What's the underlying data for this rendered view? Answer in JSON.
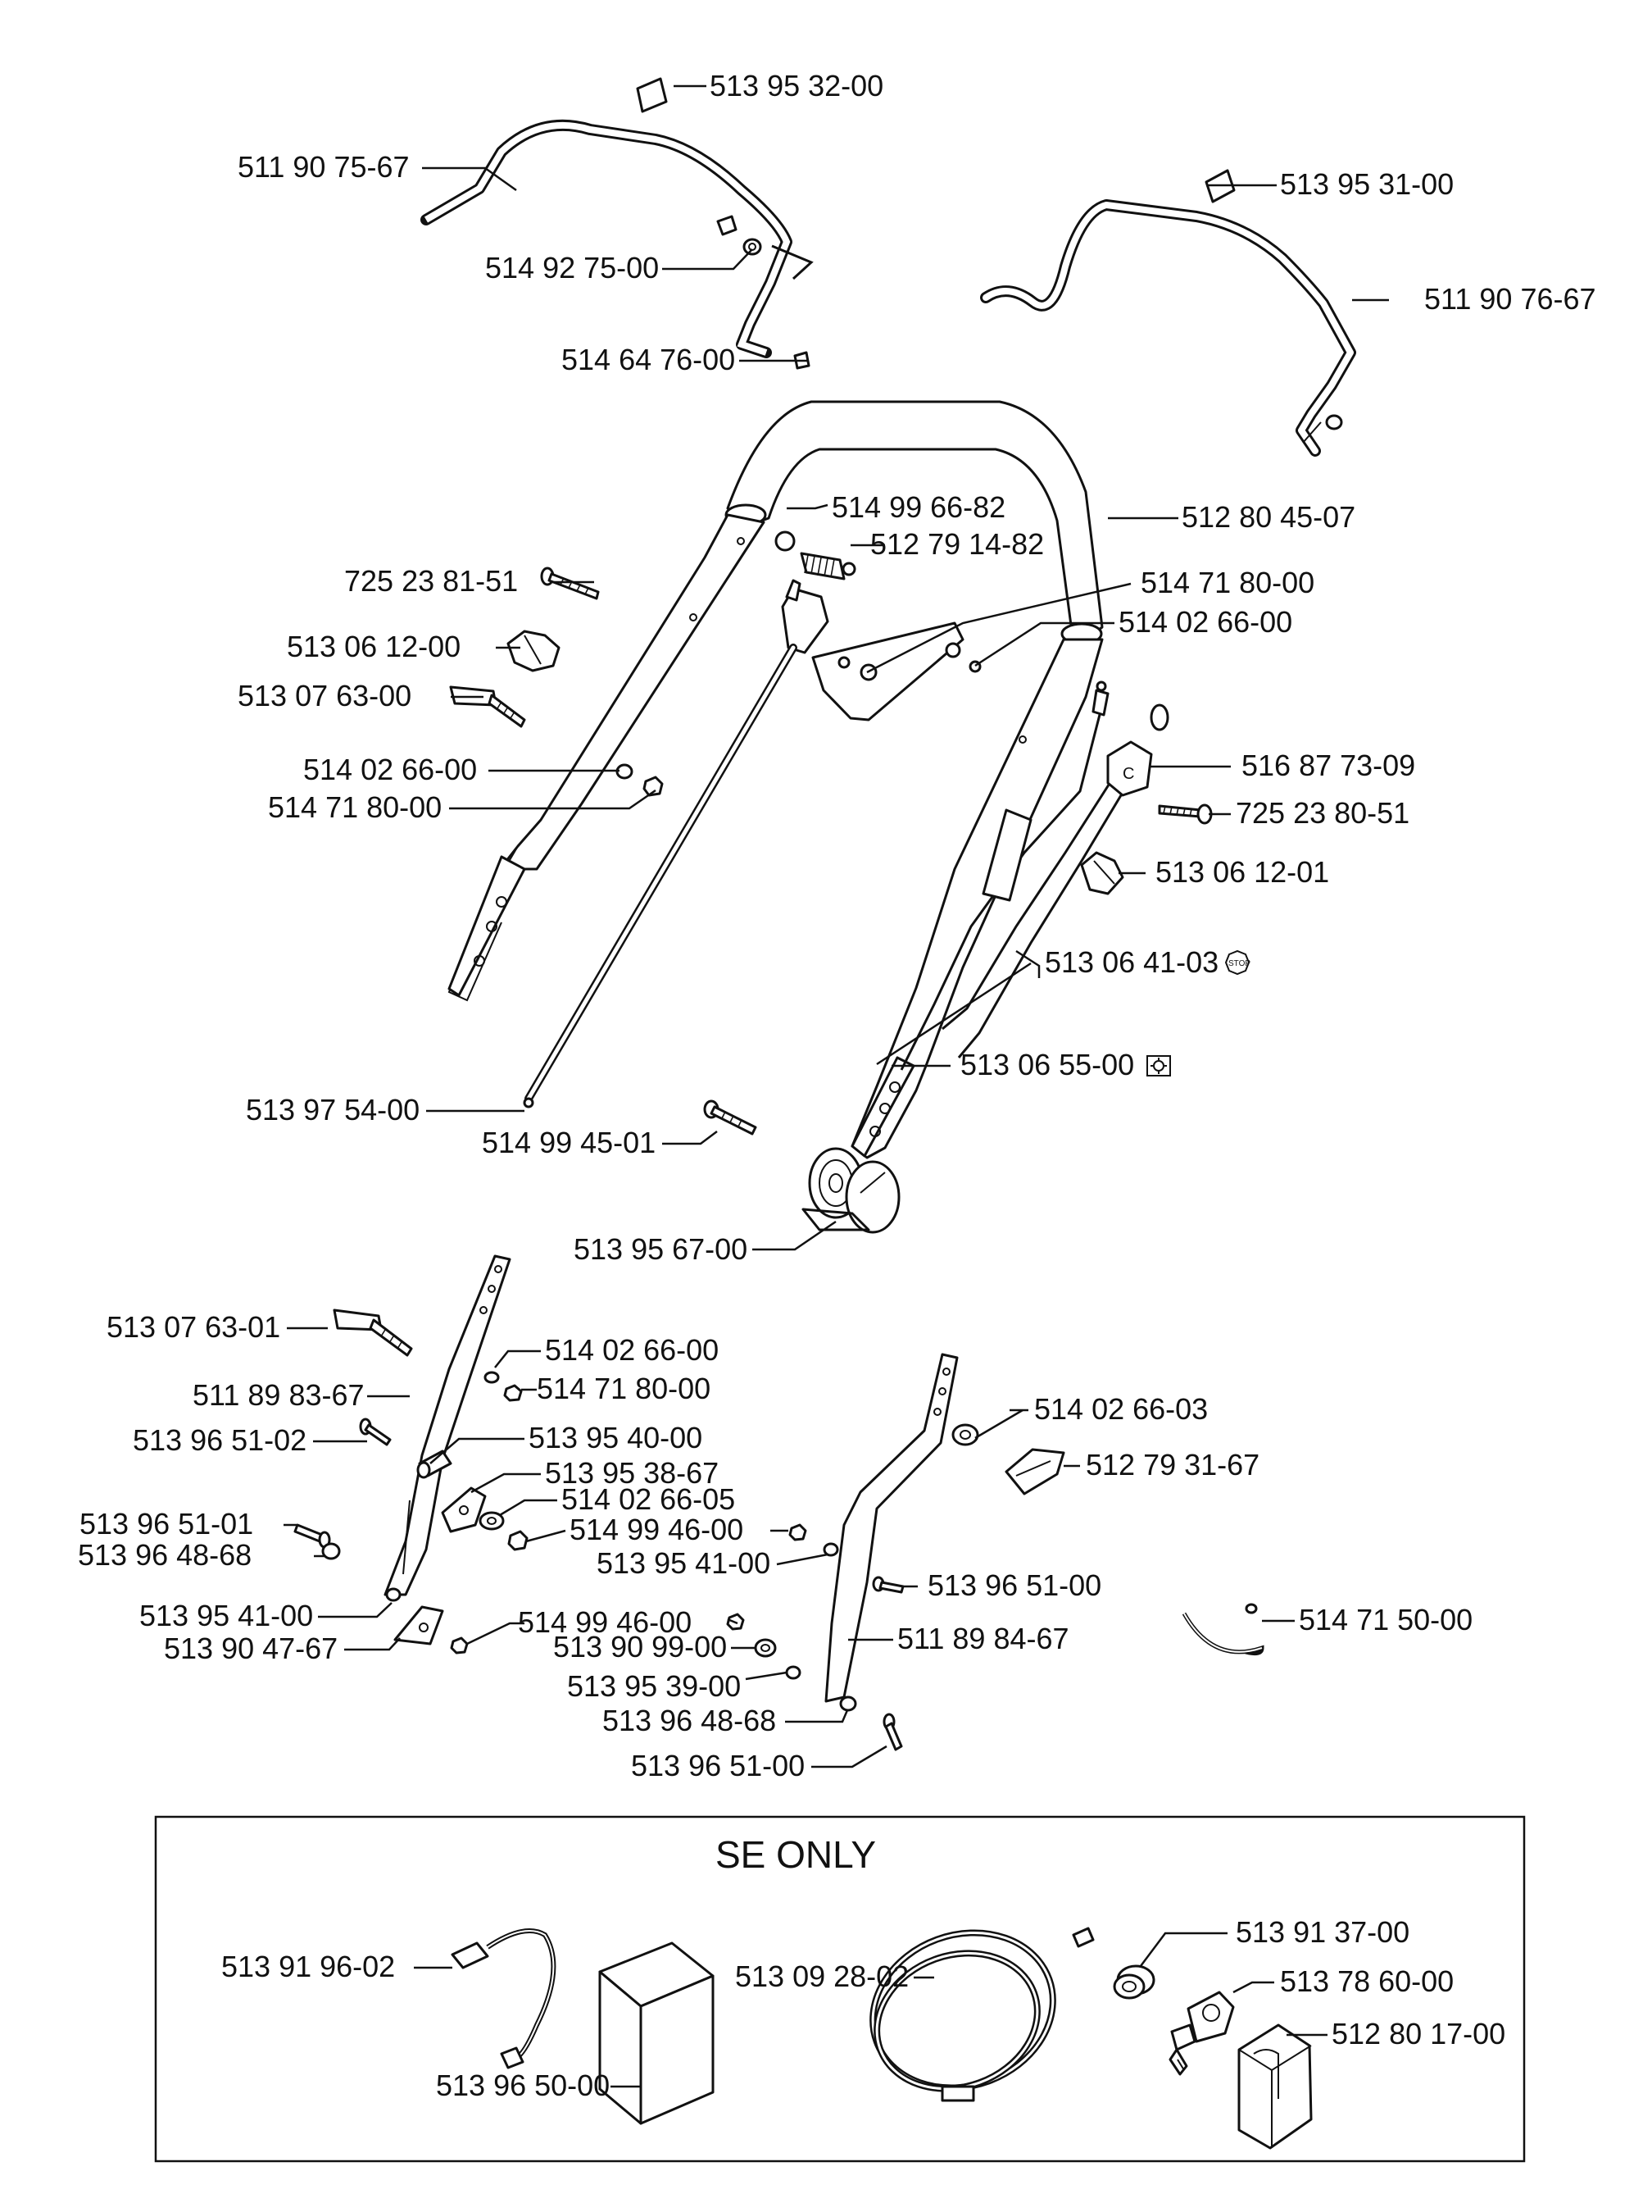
{
  "section": {
    "title": "SE ONLY"
  },
  "colors": {
    "ink": "#111111",
    "paper": "#ffffff"
  },
  "icons": {
    "stop": "stop-sign-icon",
    "start": "starter-symbol-icon"
  },
  "labels": {
    "l_513953200": "513 95 32-00",
    "l_511907567": "511 90 75-67",
    "l_514927500": "514 92 75-00",
    "l_514647600": "514 64 76-00",
    "l_513953100": "513 95 31-00",
    "l_511907667": "511 90 76-67",
    "l_514996682": "514 99 66-82",
    "l_512791482": "512 79 14-82",
    "l_512804507": "512 80 45-07",
    "l_725238151": "725 23 81-51",
    "l_514718000_a": "514 71 80-00",
    "l_514026600_a": "514 02 66-00",
    "l_513061200": "513 06 12-00",
    "l_513076300": "513 07 63-00",
    "l_514026600_b": "514 02 66-00",
    "l_514718000_b": "514 71 80-00",
    "l_516877309": "516 87 73-09",
    "l_725238051": "725 23 80-51",
    "l_513061201": "513 06 12-01",
    "l_513064103": "513 06 41-03",
    "l_513065500": "513 06 55-00",
    "l_513975400": "513 97 54-00",
    "l_514994501": "514 99 45-01",
    "l_513956700": "513 95 67-00",
    "l_513076301": "513 07 63-01",
    "l_514026600_c": "514 02 66-00",
    "l_511898367": "511 89 83-67",
    "l_514718000_c": "514 71 80-00",
    "l_513965102": "513 96 51-02",
    "l_513954000": "513 95 40-00",
    "l_513953867": "513 95 38-67",
    "l_514026605": "514 02 66-05",
    "l_513965101": "513 96 51-01",
    "l_514994600_a": "514 99 46-00",
    "l_513964868_a": "513 96 48-68",
    "l_513954100_a": "513 95 41-00",
    "l_513954100_b": "513 95 41-00",
    "l_514994600_b": "514 99 46-00",
    "l_513904767": "513 90 47-67",
    "l_513909900": "513 90 99-00",
    "l_513953900": "513 95 39-00",
    "l_513964868_b": "513 96 48-68",
    "l_513965100_b": "513 96 51-00",
    "l_514026603": "514 02 66-03",
    "l_512793167": "512 79 31-67",
    "l_513965100_a": "513 96 51-00",
    "l_511898467": "511 89 84-67",
    "l_514715000": "514 71 50-00",
    "l_513919602": "513 91 96-02",
    "l_513965000": "513 96 50-00",
    "l_513092802": "513 09 28-02",
    "l_513913700": "513 91 37-00",
    "l_513786000": "513 78 60-00",
    "l_512801700": "512 80 17-00"
  }
}
